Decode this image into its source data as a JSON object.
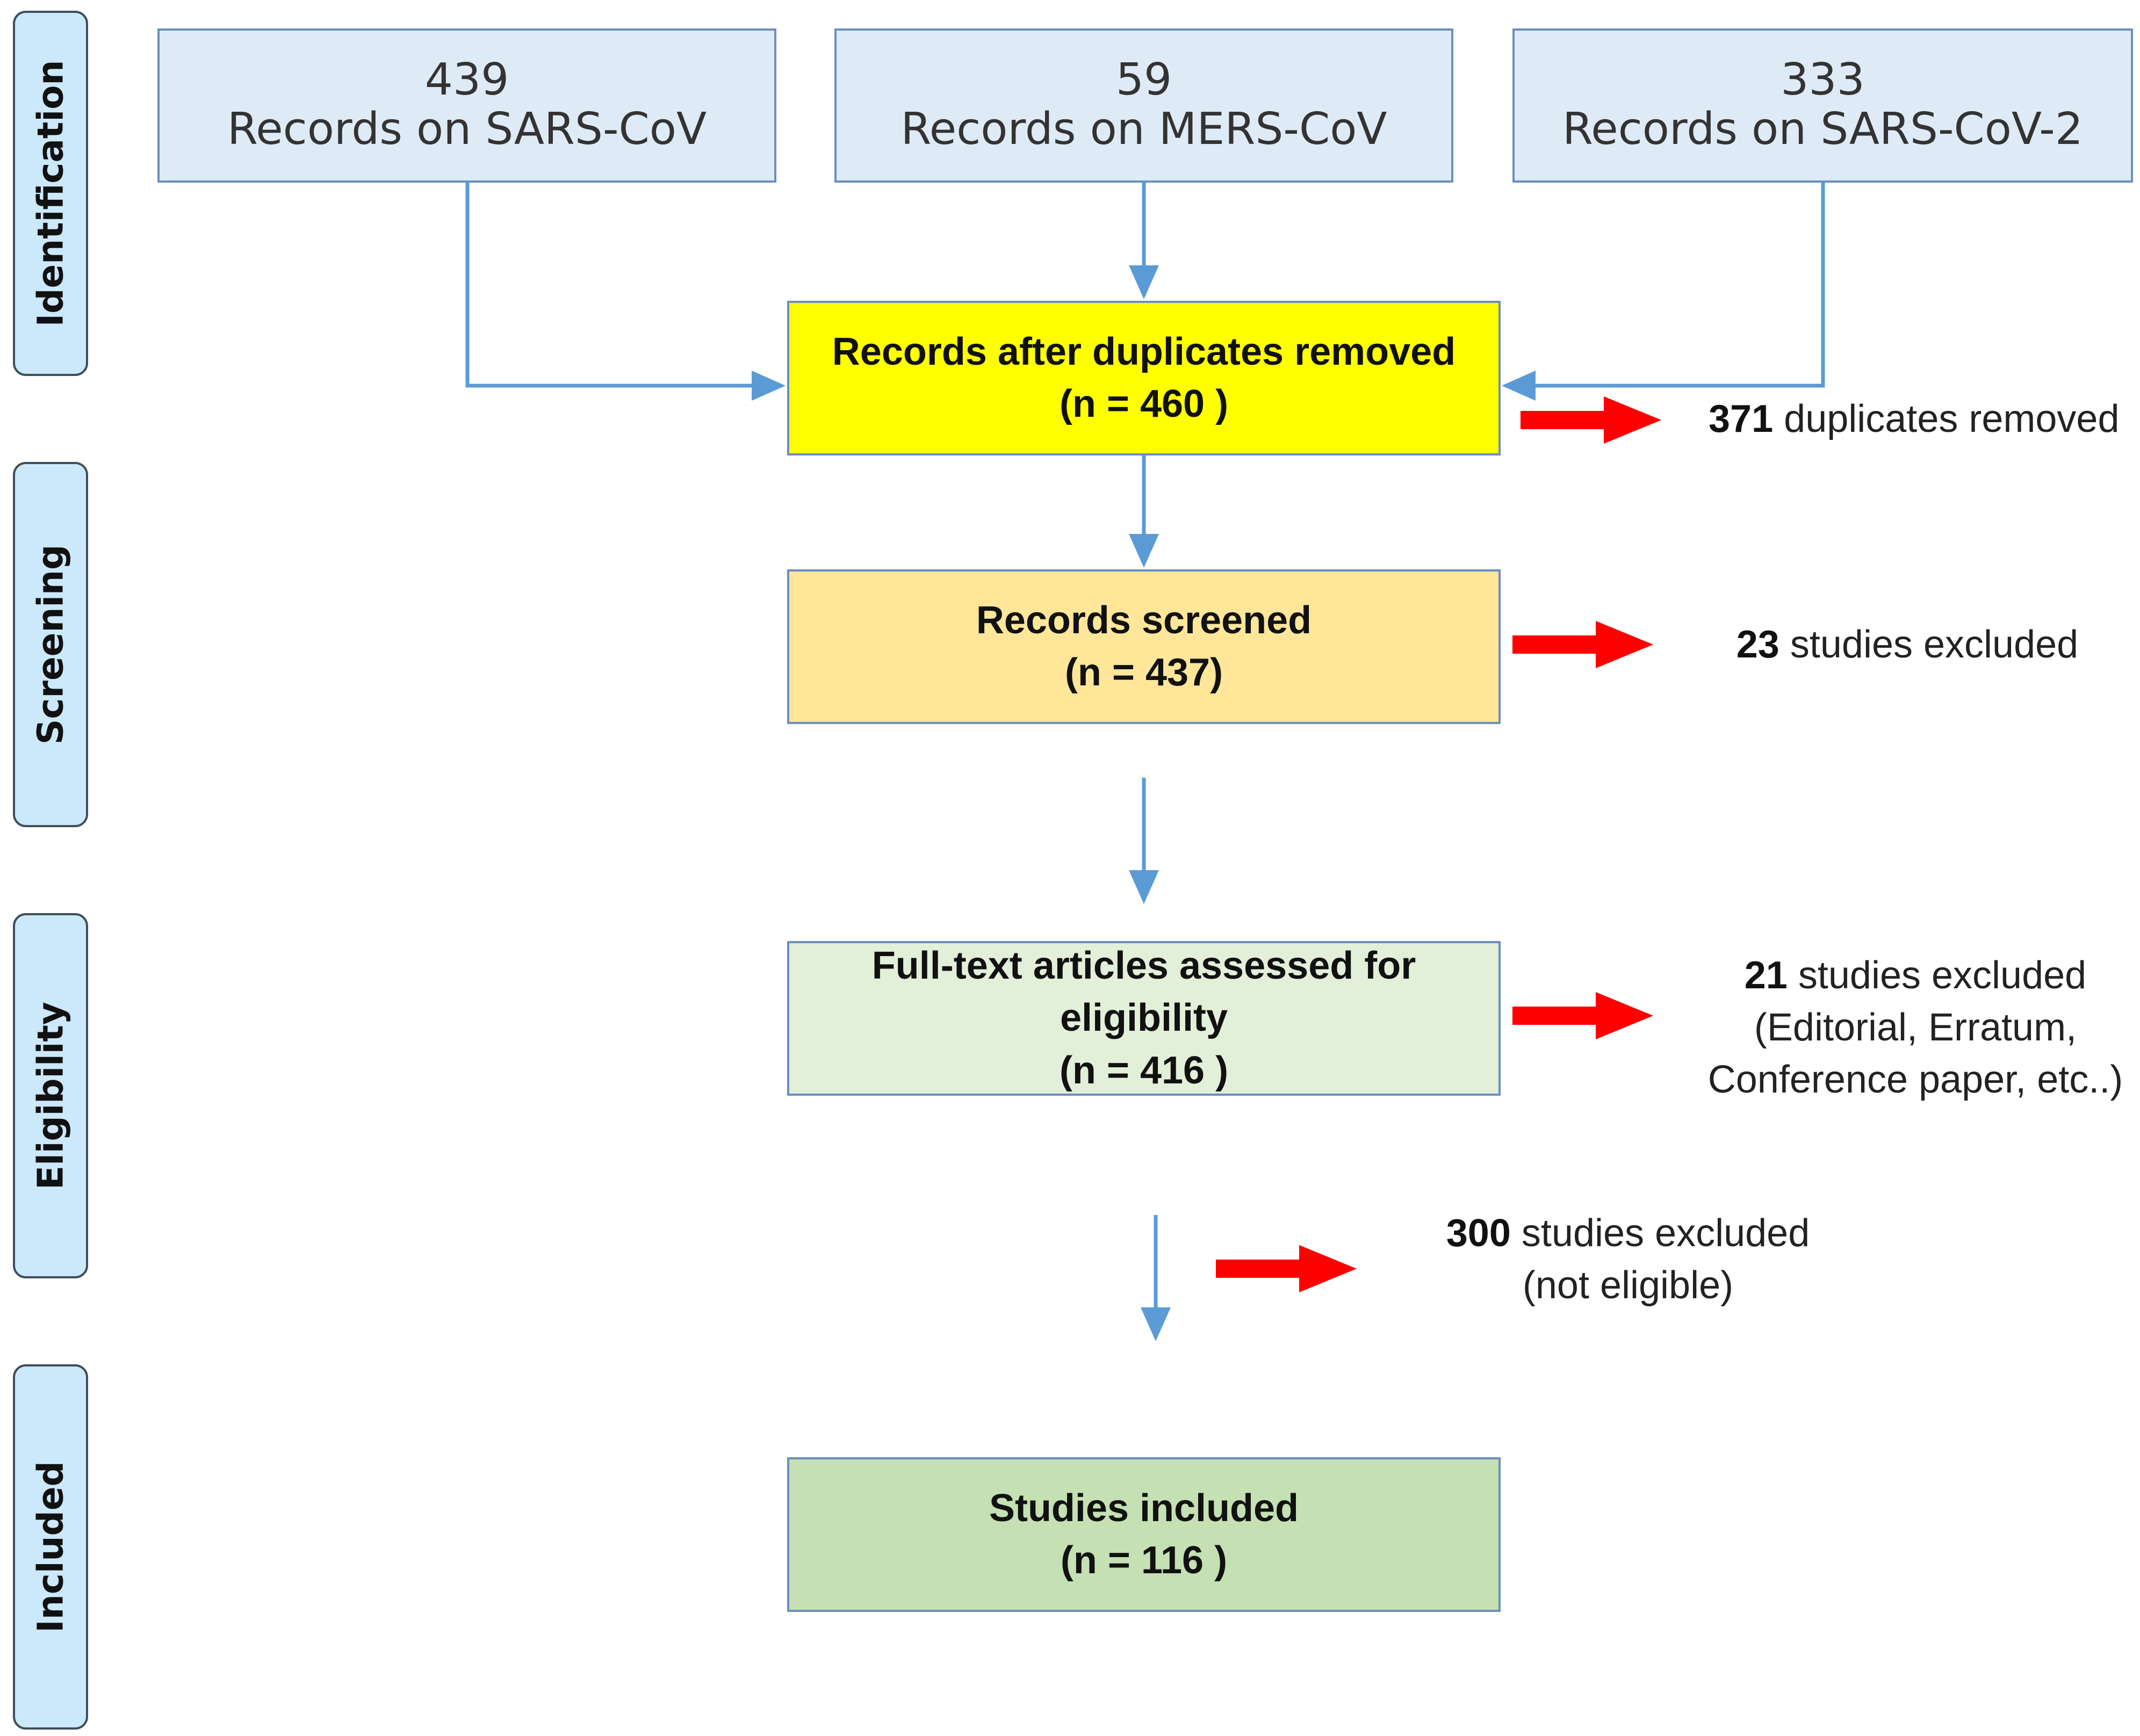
{
  "phases": {
    "identification": "Identification",
    "screening": "Screening",
    "eligibility": "Eligibility",
    "included": "Included"
  },
  "sources": [
    {
      "count": "439",
      "label": "Records on SARS-CoV"
    },
    {
      "count": "59",
      "label": "Records on MERS-CoV"
    },
    {
      "count": "333",
      "label": "Records on SARS-CoV-2"
    }
  ],
  "dedup": {
    "title": "Records after duplicates removed",
    "n": "(n =  460 )",
    "color": "#ffff00"
  },
  "screened": {
    "title": "Records screened",
    "n": "(n = 437)",
    "color": "#ffe699"
  },
  "fulltext": {
    "title_line1": "Full-text articles assessed for",
    "title_line2": "eligibility",
    "n": "(n = 416  )",
    "color": "#e2efd9"
  },
  "included": {
    "title": "Studies included",
    "n": "(n = 116  )",
    "color": "#c5e0b3"
  },
  "exclusions": {
    "duplicates": {
      "count": "371",
      "text": " duplicates removed"
    },
    "screening": {
      "count": "23",
      "text": " studies excluded"
    },
    "fulltext": {
      "count": "21",
      "text": " studies excluded",
      "line2": "(Editorial, Erratum,",
      "line3": "Conference paper, etc..)"
    },
    "eligibility": {
      "count": "300",
      "text": " studies excluded",
      "line2": "(not eligible)"
    }
  },
  "colors": {
    "connector": "#5b9bd5",
    "exclusion_arrow": "#ff0000",
    "source_fill": "#deebf7",
    "phase_fill": "#cce8fb"
  }
}
